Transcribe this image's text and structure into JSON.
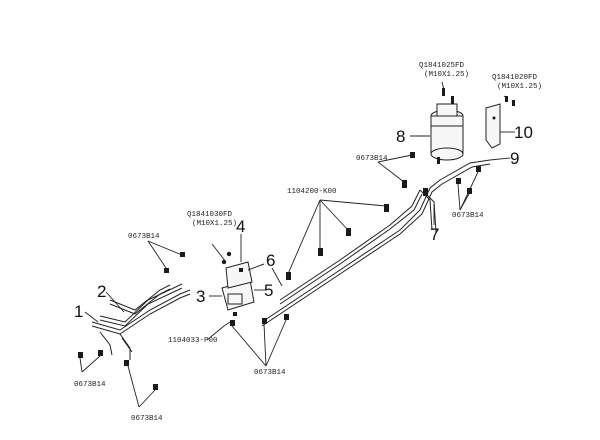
{
  "part_numbers": {
    "n1": "1",
    "n2": "2",
    "n3": "3",
    "n4": "4",
    "n5": "5",
    "n6": "6",
    "n7": "7",
    "n8": "8",
    "n9": "9",
    "n10": "10"
  },
  "codes": {
    "bolt_a_left": "0673B14",
    "bolt_b_left": "0673B14",
    "bolt_c_left": "0673B14",
    "bolt_mid_bottom": "0673B14",
    "bolt_right_top": "0673B14",
    "bolt_right_mid": "0673B14",
    "pipe_part": "1104200-K00",
    "bracket_part": "1104033-P00",
    "filter4_code": "Q1841030FD",
    "filter4_thread": "(M10X1.25)",
    "filter8_code": "Q1841025FD",
    "filter8_thread": "(M10X1.25)",
    "bracket10_code": "Q1841020FD",
    "bracket10_thread": "(M10X1.25)"
  }
}
